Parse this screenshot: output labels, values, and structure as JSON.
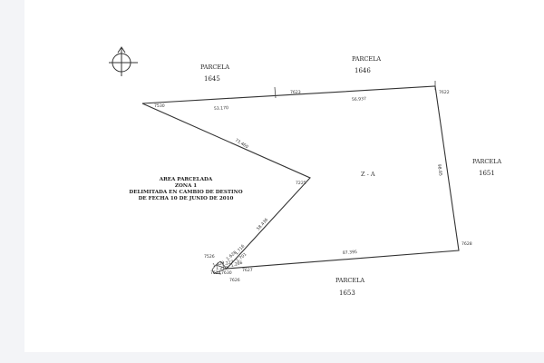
{
  "parcels": {
    "p1645": {
      "label": "PARCELA",
      "number": "1645"
    },
    "p1646": {
      "label": "PARCELA",
      "number": "1646"
    },
    "p1651": {
      "label": "PARCELA",
      "number": "1651"
    },
    "p1653": {
      "label": "PARCELA",
      "number": "1653"
    }
  },
  "vertices": {
    "v7530": "7530",
    "v7623": "7623",
    "v7622": "7622",
    "v7225": "7225",
    "v7628": "7628",
    "v7526": "7526",
    "v7627": "7627",
    "v7624": "7624",
    "v7630": "7630",
    "v7626": "7626"
  },
  "distances": {
    "d1": "53.170",
    "d2": "56.937",
    "d3": "73.460",
    "d4": "98.85",
    "d5": "58.436",
    "d6": "87.395",
    "d7": "1.716",
    "d8": "1.626",
    "d9": "1.701",
    "d10": "1.429",
    "d11": "1.227",
    "d12": "1.266",
    "d13": "1.217"
  },
  "zone_label": "Z - A",
  "area_note": {
    "line1": "AREA PARCELADA",
    "line2": "ZONA 1",
    "line3": "DELIMITADA EN CAMBIO DE DESTINO",
    "line4": "DE FECHA 10 DE JUNIO DE 2010"
  },
  "icons": {
    "north": "north-arrow-icon"
  },
  "colors": {
    "line": "#333333",
    "background": "#ffffff"
  }
}
